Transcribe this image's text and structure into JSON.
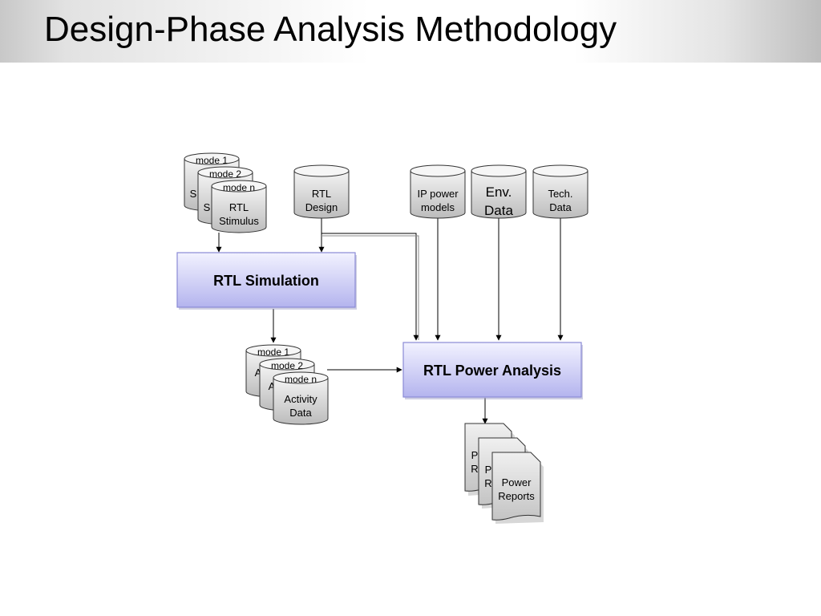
{
  "title": "Design-Phase Analysis Methodology",
  "stimulus": {
    "mode1": "mode 1",
    "mode2": "mode 2",
    "moden": "mode n",
    "label_back1": "S",
    "label_back2": "S",
    "label_line1": "RTL",
    "label_line2": "Stimulus"
  },
  "rtl_design": {
    "line1": "RTL",
    "line2": "Design"
  },
  "ip_power": {
    "line1": "IP power",
    "line2": "models"
  },
  "env_data": {
    "line1": "Env.",
    "line2": "Data"
  },
  "tech_data": {
    "line1": "Tech.",
    "line2": "Data"
  },
  "rtl_simulation": {
    "label": "RTL Simulation"
  },
  "activity": {
    "mode1": "mode 1",
    "mode2": "mode 2",
    "moden": "mode n",
    "label_back1": "A",
    "label_back2": "A",
    "label_line1": "Activity",
    "label_line2": "Data"
  },
  "rtl_power_analysis": {
    "label": "RTL Power Analysis"
  },
  "reports": {
    "back1_line1": "P",
    "back1_line2": "R",
    "back2_line1": "P",
    "back2_line2": "R",
    "line1": "Power",
    "line2": "Reports"
  },
  "colors": {
    "box_fill_top": "#eeeeff",
    "box_fill_bottom": "#b8b8f0",
    "box_stroke": "#8a8ad6",
    "cylinder_top": "#f2f2f2",
    "cylinder_bottom": "#bdbdbd"
  }
}
